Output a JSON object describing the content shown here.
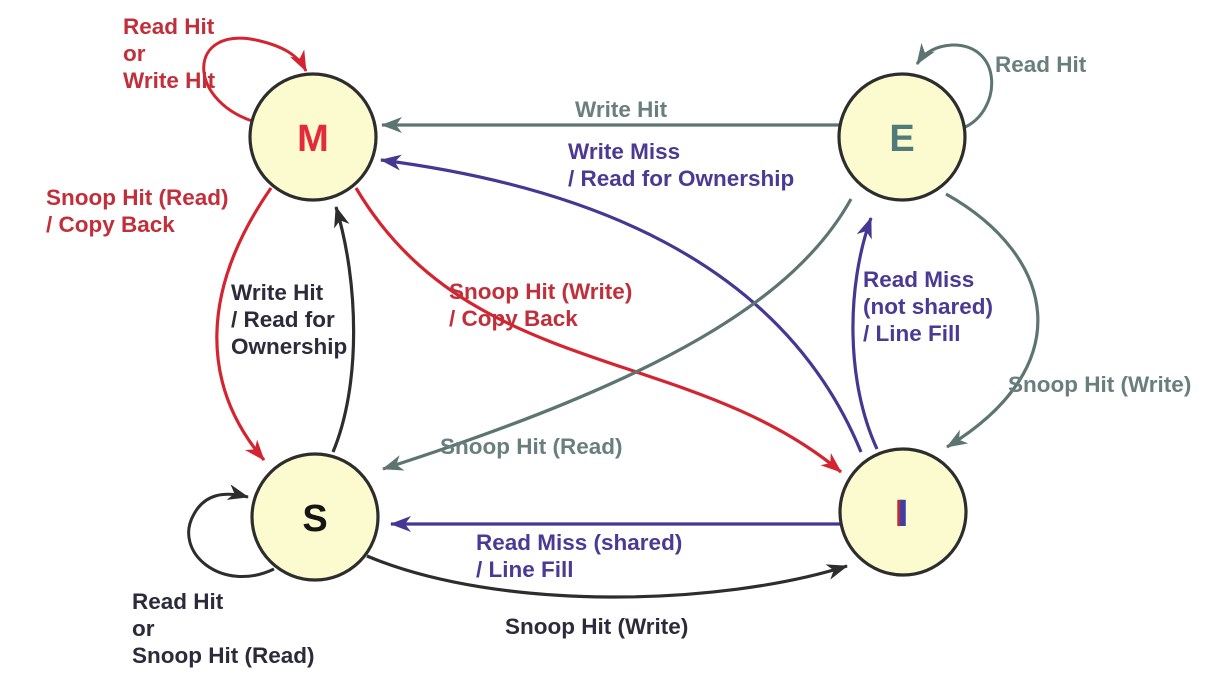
{
  "diagram": {
    "kind": "state-transition-diagram",
    "palette": {
      "state_fill": "#fbfbcf",
      "state_border": "#2d2d2d",
      "red_text": "#c1303a",
      "red_arrow": "#d32430",
      "gray_text": "#697f7d",
      "gray_arrow": "#5d7471",
      "purple_text": "#4b3a94",
      "purple_arrow": "#453792",
      "dark_text": "#2b2b3b",
      "black_arrow": "#2d2d2d",
      "m_letter": "#e42a3d",
      "e_letter": "#527a7a",
      "s_letter": "#151515",
      "i_letter": "#3e3ea8"
    }
  },
  "states": [
    {
      "id": "M",
      "label": "M"
    },
    {
      "id": "E",
      "label": "E"
    },
    {
      "id": "S",
      "label": "S"
    },
    {
      "id": "I",
      "label": "I"
    }
  ],
  "transitions": [
    {
      "from": "M",
      "to": "M",
      "color": "red",
      "label": "Read Hit\nor\nWrite Hit"
    },
    {
      "from": "E",
      "to": "E",
      "color": "gray",
      "label": "Read Hit"
    },
    {
      "from": "E",
      "to": "M",
      "color": "gray",
      "label": "Write Hit"
    },
    {
      "from": "I",
      "to": "M",
      "color": "purple",
      "label": "Write Miss\n/ Read for Ownership"
    },
    {
      "from": "M",
      "to": "S",
      "color": "red",
      "label": "Snoop Hit (Read)\n/ Copy Back"
    },
    {
      "from": "S",
      "to": "M",
      "color": "dark",
      "label": "Write Hit\n/ Read for\nOwnership"
    },
    {
      "from": "M",
      "to": "I",
      "color": "red",
      "label": "Snoop Hit (Write)\n/ Copy Back"
    },
    {
      "from": "E",
      "to": "S",
      "color": "gray",
      "label": "Snoop Hit (Read)"
    },
    {
      "from": "I",
      "to": "E",
      "color": "purple",
      "label": "Read Miss\n(not shared)\n/ Line Fill"
    },
    {
      "from": "E",
      "to": "I",
      "color": "gray",
      "label": "Snoop Hit (Write)"
    },
    {
      "from": "I",
      "to": "S",
      "color": "purple",
      "label": "Read Miss (shared)\n/ Line Fill"
    },
    {
      "from": "S",
      "to": "I",
      "color": "dark",
      "label": "Snoop Hit (Write)"
    },
    {
      "from": "S",
      "to": "S",
      "color": "dark",
      "label": "Read Hit\nor\nSnoop Hit (Read)"
    }
  ]
}
